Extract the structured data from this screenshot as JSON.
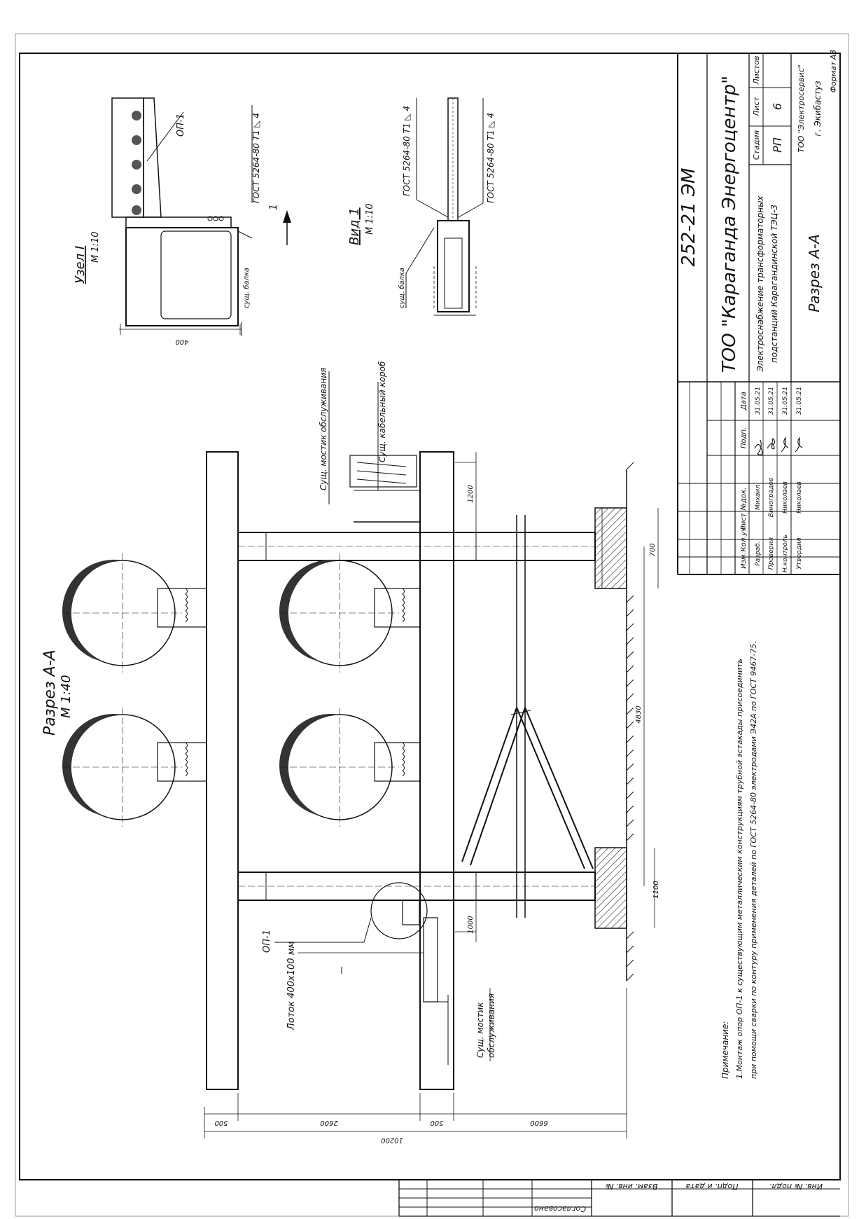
{
  "drawing": {
    "code": "252-21 ЭМ",
    "organization": "ТОО \"Караганда Энергоцентр\"",
    "project_line1": "Электроснабжение трансформаторных",
    "project_line2": "подстанций Карагандинской ТЭЦ-3",
    "sheet_title": "Разрез А-А",
    "designer_company": "ТОО \"Электросервис\"",
    "designer_city": "г. Экибастуз",
    "format_label": "Формат",
    "format_value": "А3"
  },
  "stamp": {
    "stage_header": "Стадия",
    "sheet_header": "Лист",
    "sheets_header": "Листов",
    "stage_value": "РП",
    "sheet_value": "6",
    "sheets_value": "",
    "change_headers": [
      "Изм.",
      "Кол.уч",
      "Лист",
      "№док.",
      "Подп.",
      "Дата"
    ],
    "signers": [
      {
        "role": "Разраб.",
        "name": "Михаил",
        "date": "31.05.21"
      },
      {
        "role": "Проверил",
        "name": "Виноградов",
        "date": "31.05.21"
      },
      {
        "role": "Н.контроль",
        "name": "Николаев",
        "date": "31.05.21"
      },
      {
        "role": "Утвердил",
        "name": "Николаев",
        "date": "31.05.21"
      }
    ]
  },
  "side_stamp": {
    "inv_orig": "Инв. № подл.",
    "sign_date": "Подп. и дата",
    "inv_repl": "Взам. инв. №",
    "agreed": "Согласовано"
  },
  "views": {
    "section_title": "Разрез А-А",
    "section_scale": "М 1:40",
    "node_title": "Узел I",
    "node_scale": "М 1:10",
    "view_title": "Вид 1",
    "view_scale": "М 1:10"
  },
  "labels": {
    "op1_node": "ОП-1",
    "op1_section": "ОП-1",
    "weld_1": "ГОСТ 5264-80 Т1 ◺ 4",
    "weld_2": "ГОСТ 5264-80 Т1 ◺ 4",
    "weld_3": "ГОСТ 5264-80 Т1 ◺ 4",
    "beam_node": "сущ. балка",
    "beam_view": "сущ. балка",
    "arrow_1": "1",
    "tray": "Лоток 400х100 мм",
    "platform_top": "Сущ. мостик обслуживания",
    "cable_duct": "Сущ. кабельный короб",
    "platform_bottom_1": "Сущ. мостик",
    "platform_bottom_2": "обслуживания"
  },
  "dimensions": {
    "node_width": "400",
    "top_1200": "1200",
    "foot_700": "700",
    "foot_1100": "1100",
    "span_4830": "4830",
    "left_1000": "1000",
    "chain_500a": "500",
    "chain_2600": "2600",
    "chain_500b": "500",
    "chain_6600": "6600",
    "total": "10200"
  },
  "notes": {
    "heading": "Примечание:",
    "line1": "1.Монтаж опор ОП-1 к существующим металлическим конструкциям трубной эстакады присоединить",
    "line2": "при помощи сварки по контуру применения деталей по ГОСТ 5264-80  электродами Э42А по ГОСТ 9467-75."
  }
}
